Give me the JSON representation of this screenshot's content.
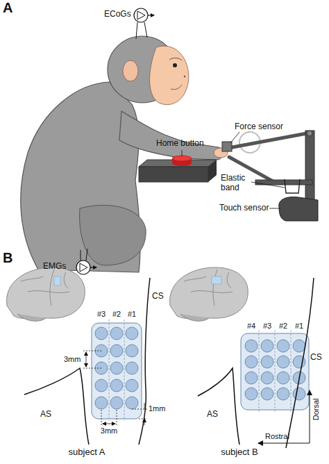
{
  "diagram": {
    "labels": [
      "A",
      "ECoGs",
      "Force sensor",
      "Home button",
      "Elastic band",
      "EMGs",
      "Touch sensor",
      "B",
      "#3",
      "#2",
      "#1",
      "3mm",
      "3mm",
      "1mm",
      "CS",
      "AS",
      "subject A",
      "#4",
      "#3",
      "#2",
      "#1",
      "CS",
      "AS",
      "Dorsal",
      "Rostral",
      "subject B"
    ]
  }
}
